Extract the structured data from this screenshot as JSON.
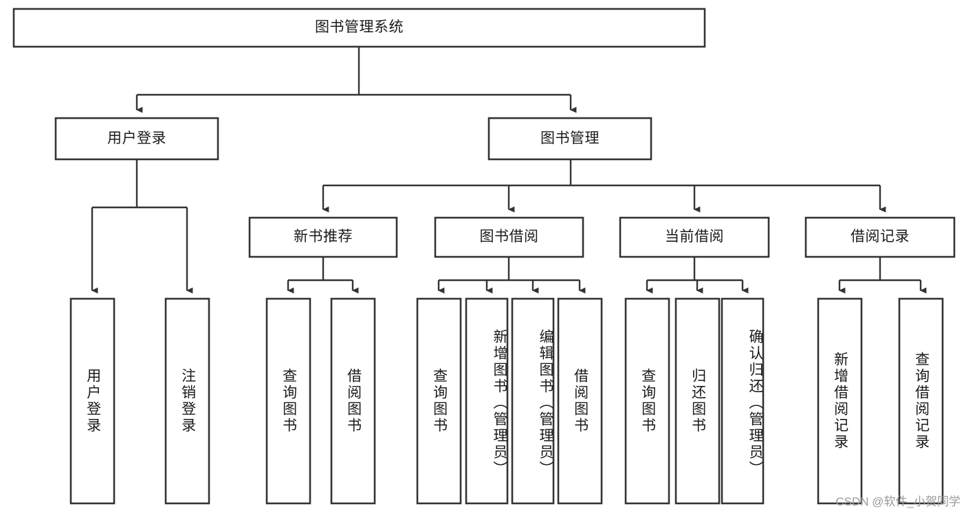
{
  "diagram": {
    "title": "图书管理系统",
    "type": "tree-hierarchy",
    "root": {
      "id": "root",
      "label": "图书管理系统"
    },
    "level2": [
      {
        "id": "user-login",
        "label": "用户登录"
      },
      {
        "id": "book-management",
        "label": "图书管理"
      }
    ],
    "level3": [
      {
        "id": "new-book-recommend",
        "label": "新书推荐",
        "parent": "book-management"
      },
      {
        "id": "book-borrow",
        "label": "图书借阅",
        "parent": "book-management"
      },
      {
        "id": "current-borrow",
        "label": "当前借阅",
        "parent": "book-management"
      },
      {
        "id": "borrow-record",
        "label": "借阅记录",
        "parent": "book-management"
      }
    ],
    "leaves": {
      "user-login": [
        {
          "id": "leaf-user-login",
          "label": "用户登录"
        },
        {
          "id": "leaf-user-logout",
          "label": "注销登录"
        }
      ],
      "new-book-recommend": [
        {
          "id": "leaf-query-book-1",
          "label": "查询图书"
        },
        {
          "id": "leaf-borrow-book-1",
          "label": "借阅图书"
        }
      ],
      "book-borrow": [
        {
          "id": "leaf-query-book-2",
          "label": "查询图书"
        },
        {
          "id": "leaf-add-book",
          "label": "新增图书（管理员）"
        },
        {
          "id": "leaf-edit-book",
          "label": "编辑图书（管理员）"
        },
        {
          "id": "leaf-borrow-book-2",
          "label": "借阅图书"
        }
      ],
      "current-borrow": [
        {
          "id": "leaf-query-book-3",
          "label": "查询图书"
        },
        {
          "id": "leaf-return-book",
          "label": "归还图书"
        },
        {
          "id": "leaf-confirm-return",
          "label": "确认归还（管理员）"
        }
      ],
      "borrow-record": [
        {
          "id": "leaf-add-record",
          "label": "新增借阅记录"
        },
        {
          "id": "leaf-query-record",
          "label": "查询借阅记录"
        }
      ]
    },
    "colors": {
      "background": "#ffffff",
      "box_fill": "#ffffff",
      "box_stroke": "#333333",
      "text": "#1a1a1a",
      "watermark": "#9a9a9a"
    }
  },
  "watermark": {
    "text": "CSDN @软件_小贺同学"
  }
}
